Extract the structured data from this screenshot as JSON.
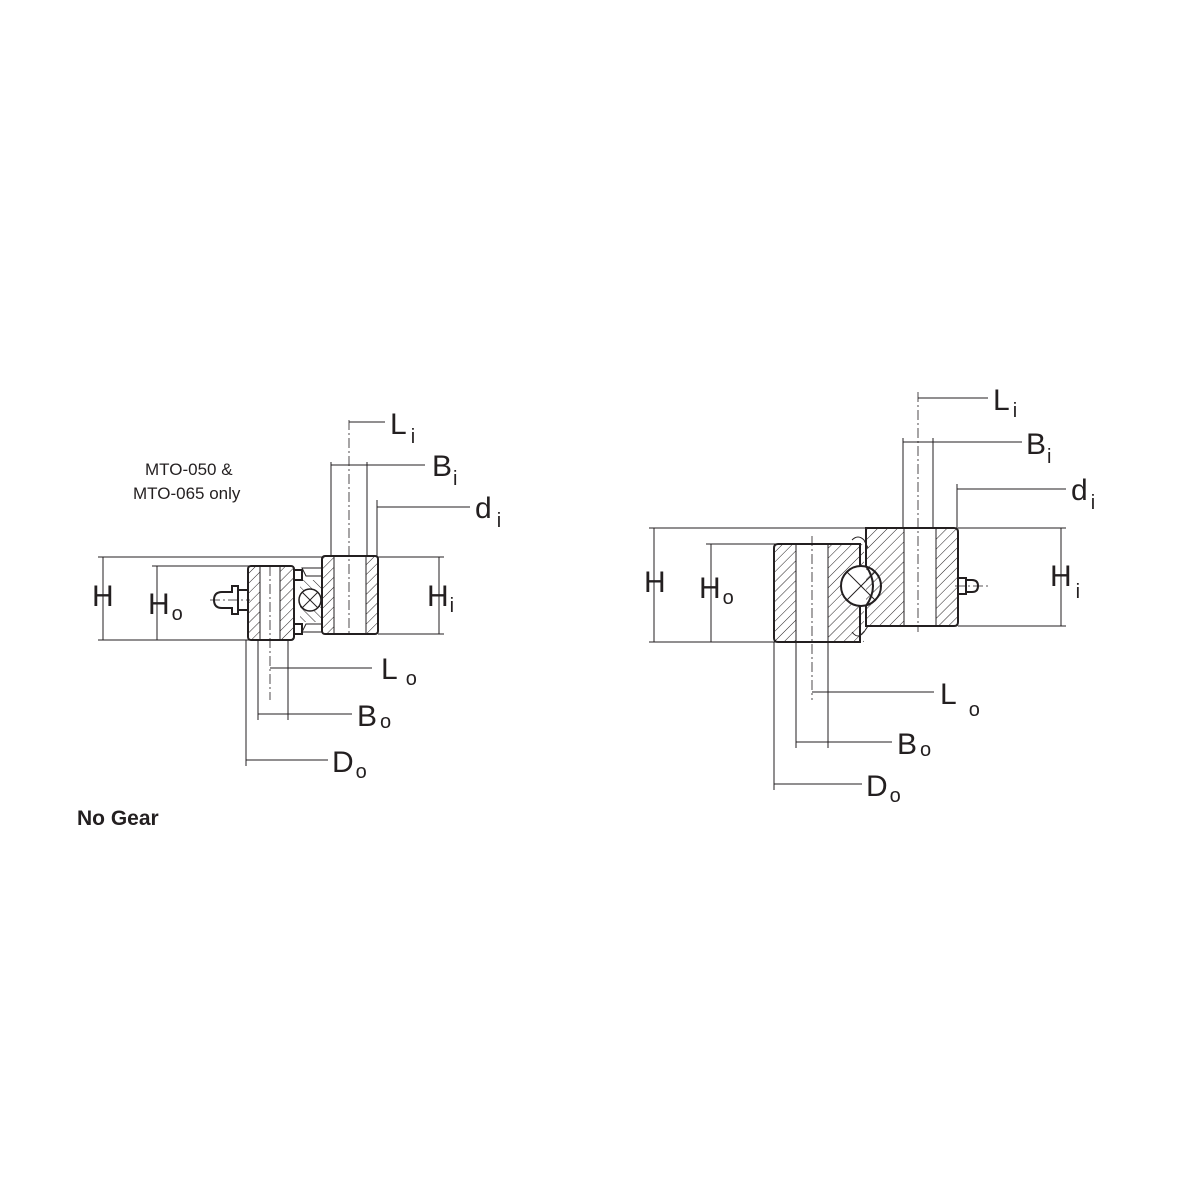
{
  "note": {
    "line1": "MTO-050 &",
    "line2": "MTO-065 only"
  },
  "caption": "No Gear",
  "left": {
    "L_i": {
      "main": "L",
      "sub": "i"
    },
    "B_i": {
      "main": "B",
      "sub": "i"
    },
    "d_i": {
      "main": "d",
      "sub": "i"
    },
    "H": {
      "main": "H"
    },
    "H_o": {
      "main": "H",
      "sub": "o"
    },
    "H_i": {
      "main": "H",
      "sub": "i"
    },
    "L_o": {
      "main": "L",
      "sub": "o"
    },
    "B_o": {
      "main": "B",
      "sub": "o"
    },
    "D_o": {
      "main": "D",
      "sub": "o"
    }
  },
  "right": {
    "L_i": {
      "main": "L",
      "sub": "i"
    },
    "B_i": {
      "main": "B",
      "sub": "i"
    },
    "d_i": {
      "main": "d",
      "sub": "i"
    },
    "H": {
      "main": "H"
    },
    "H_o": {
      "main": "H",
      "sub": "o"
    },
    "H_i": {
      "main": "H",
      "sub": "i"
    },
    "L_o": {
      "main": "L",
      "sub": "o"
    },
    "B_o": {
      "main": "B",
      "sub": "o"
    },
    "D_o": {
      "main": "D",
      "sub": "o"
    }
  }
}
